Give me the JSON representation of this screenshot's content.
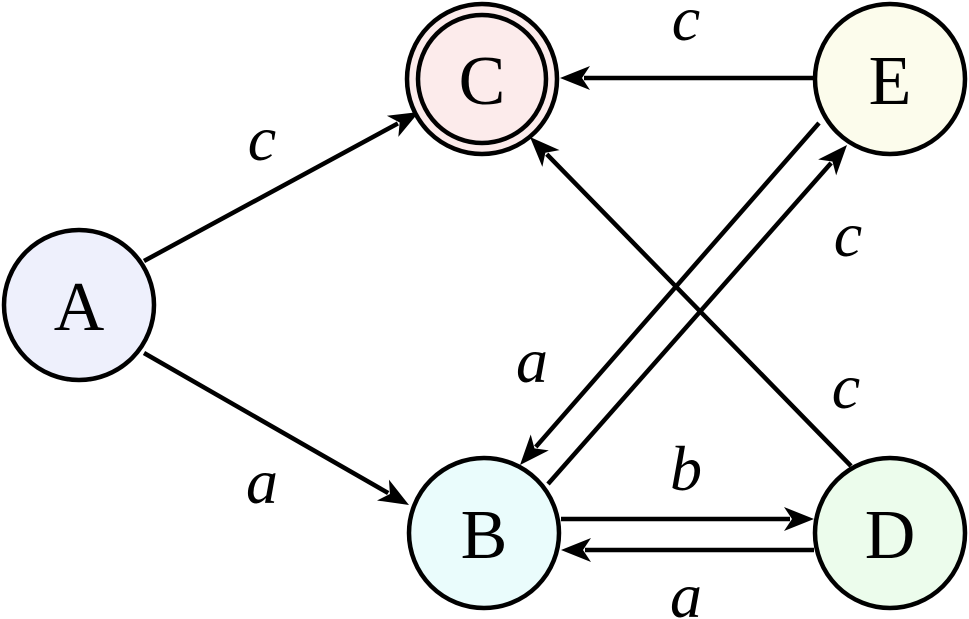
{
  "nodes": [
    {
      "id": "A",
      "label": "A",
      "fill": "#eef0fc",
      "accepting": false
    },
    {
      "id": "B",
      "label": "B",
      "fill": "#eafcfc",
      "accepting": false
    },
    {
      "id": "C",
      "label": "C",
      "fill": "#fcebeb",
      "accepting": true
    },
    {
      "id": "D",
      "label": "D",
      "fill": "#ecfcec",
      "accepting": false
    },
    {
      "id": "E",
      "label": "E",
      "fill": "#fcfcec",
      "accepting": false
    }
  ],
  "edges": [
    {
      "id": "A-C",
      "from": "A",
      "to": "C",
      "label": "c"
    },
    {
      "id": "A-B",
      "from": "A",
      "to": "B",
      "label": "a"
    },
    {
      "id": "E-C",
      "from": "E",
      "to": "C",
      "label": "c"
    },
    {
      "id": "B-E",
      "from": "B",
      "to": "E",
      "label": "c"
    },
    {
      "id": "E-B",
      "from": "E",
      "to": "B",
      "label": "a"
    },
    {
      "id": "D-C",
      "from": "D",
      "to": "C",
      "label": "c"
    },
    {
      "id": "B-D",
      "from": "B",
      "to": "D",
      "label": "b"
    },
    {
      "id": "D-B",
      "from": "D",
      "to": "B",
      "label": "a"
    }
  ]
}
